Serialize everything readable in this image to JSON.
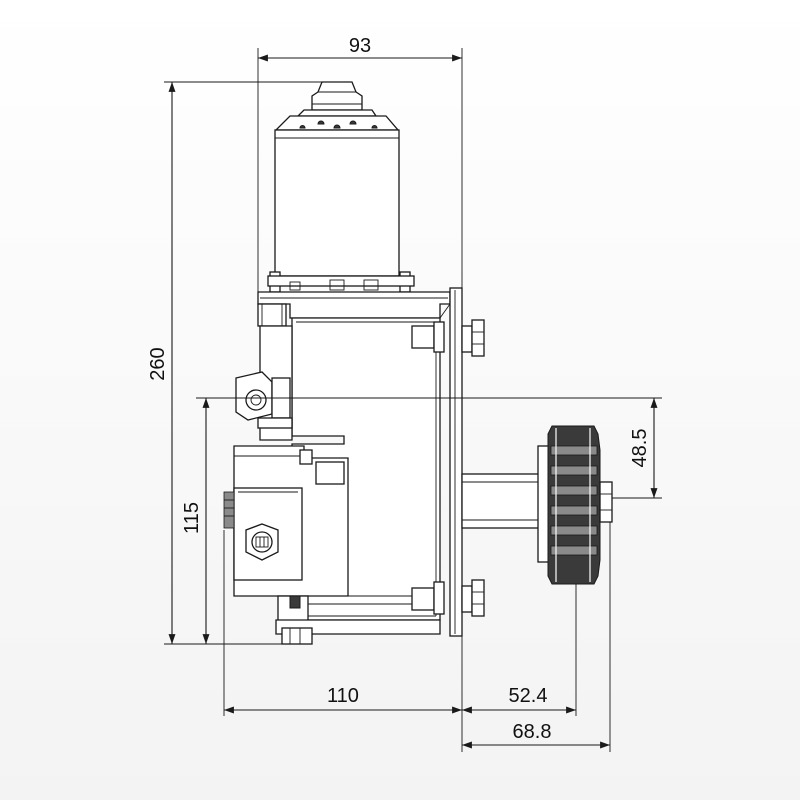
{
  "dimensions": {
    "width_top": "93",
    "height_total": "260",
    "height_lower": "115",
    "shaft_offset": "48.5",
    "depth_back": "110",
    "pinion_center": "52.4",
    "pinion_outer": "68.8"
  },
  "colors": {
    "line": "#1a1a1a",
    "pinion_dark": "#3a3a3a",
    "background": "#ffffff"
  }
}
